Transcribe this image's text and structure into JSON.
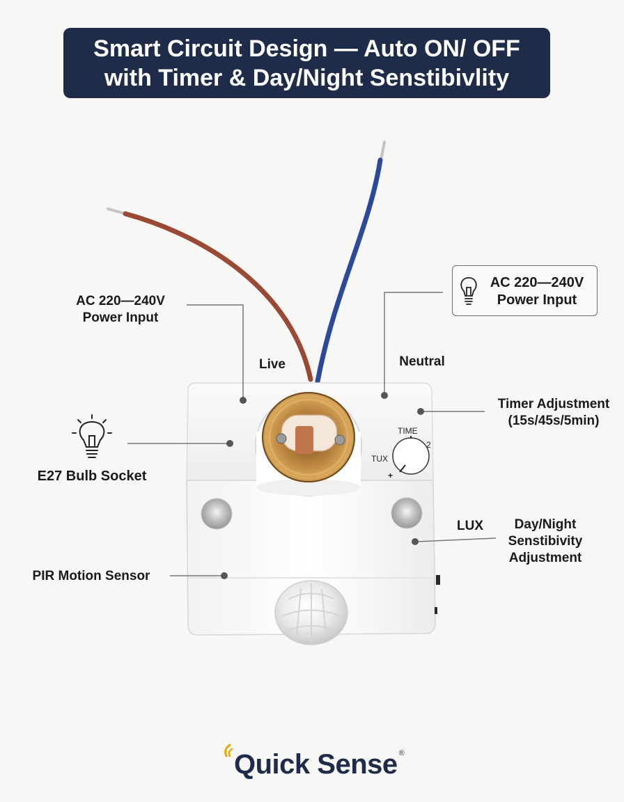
{
  "title": {
    "line1": "Smart Circuit Design — Auto ON/ OFF",
    "line2": "with Timer & Day/Night Senstibivlity"
  },
  "labels": {
    "power_input_left": [
      "AC 220—240V",
      "Power Input"
    ],
    "power_input_box": [
      "AC 220—240V",
      "Power Input"
    ],
    "live": "Live",
    "neutral": "Neutral",
    "timer": [
      "Timer Adjustment",
      "(15s/45s/5min)"
    ],
    "bulb_socket": "E27 Bulb Socket",
    "lux": "LUX",
    "day_night": [
      "Day/Night",
      "Senstibivity",
      "Adjustment"
    ],
    "pir": "PIR Motion Sensor"
  },
  "dial": {
    "time": "TIME",
    "tux": "TUX",
    "plus": "+",
    "two": "2"
  },
  "brand": {
    "name": "Quick Sense",
    "registered": "®"
  },
  "colors": {
    "banner": "#1e2c49",
    "live_wire": "#9a4a34",
    "neutral_wire": "#2d4a9a",
    "device": "#ffffff",
    "brass": "#c9914a",
    "brand_accent": "#f0a500"
  },
  "icons": [
    "lightbulb-icon",
    "lightbulb-icon",
    "quick-sense-logo-icon"
  ]
}
